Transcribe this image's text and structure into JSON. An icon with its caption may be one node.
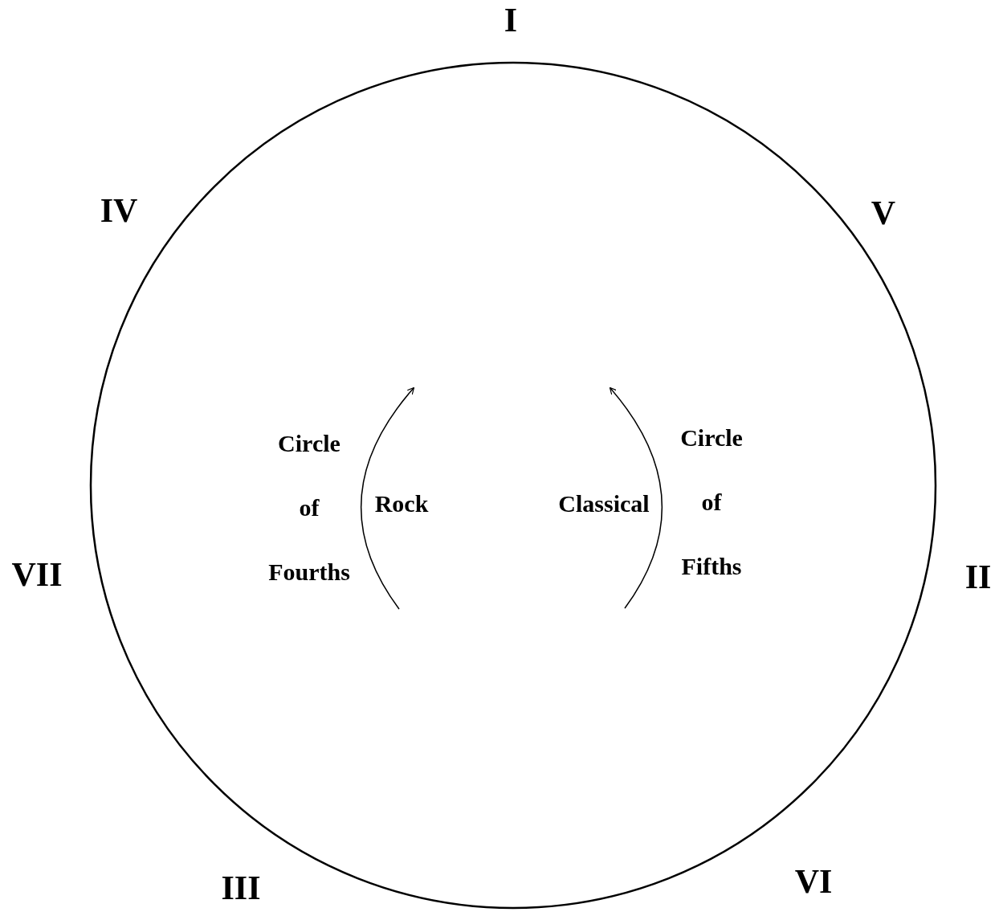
{
  "diagram": {
    "labels": [
      "I",
      "IV",
      "V",
      "Circle of Fourths",
      "Rock",
      "Classical",
      "Circle of Fifths",
      "VII",
      "II",
      "III",
      "VI"
    ]
  }
}
